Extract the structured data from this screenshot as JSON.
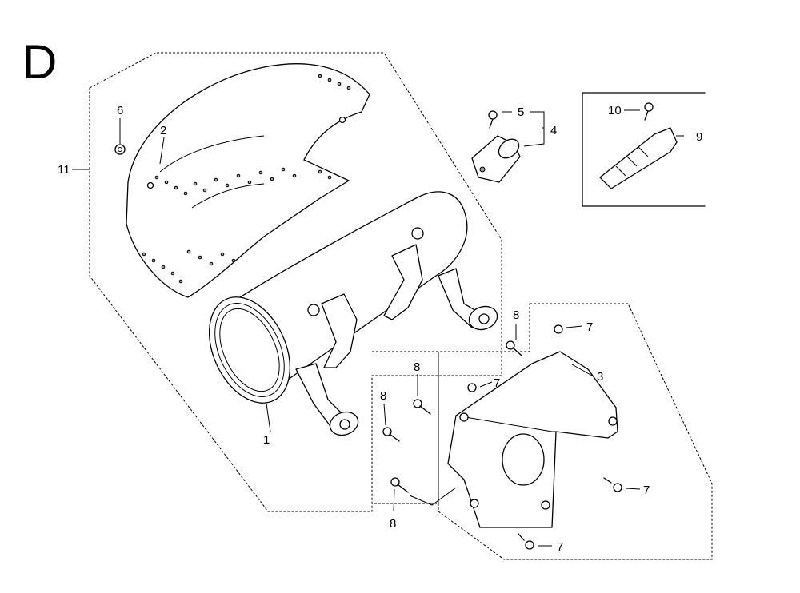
{
  "section_letter": "D",
  "callouts": {
    "p1": "1",
    "p2": "2",
    "p3": "3",
    "p4": "4",
    "p5": "5",
    "p6": "6",
    "p7a": "7",
    "p7b": "7",
    "p7c": "7",
    "p7d": "7",
    "p8a": "8",
    "p8b": "8",
    "p8c": "8",
    "p8d": "8",
    "p9": "9",
    "p10": "10",
    "p11": "11"
  }
}
